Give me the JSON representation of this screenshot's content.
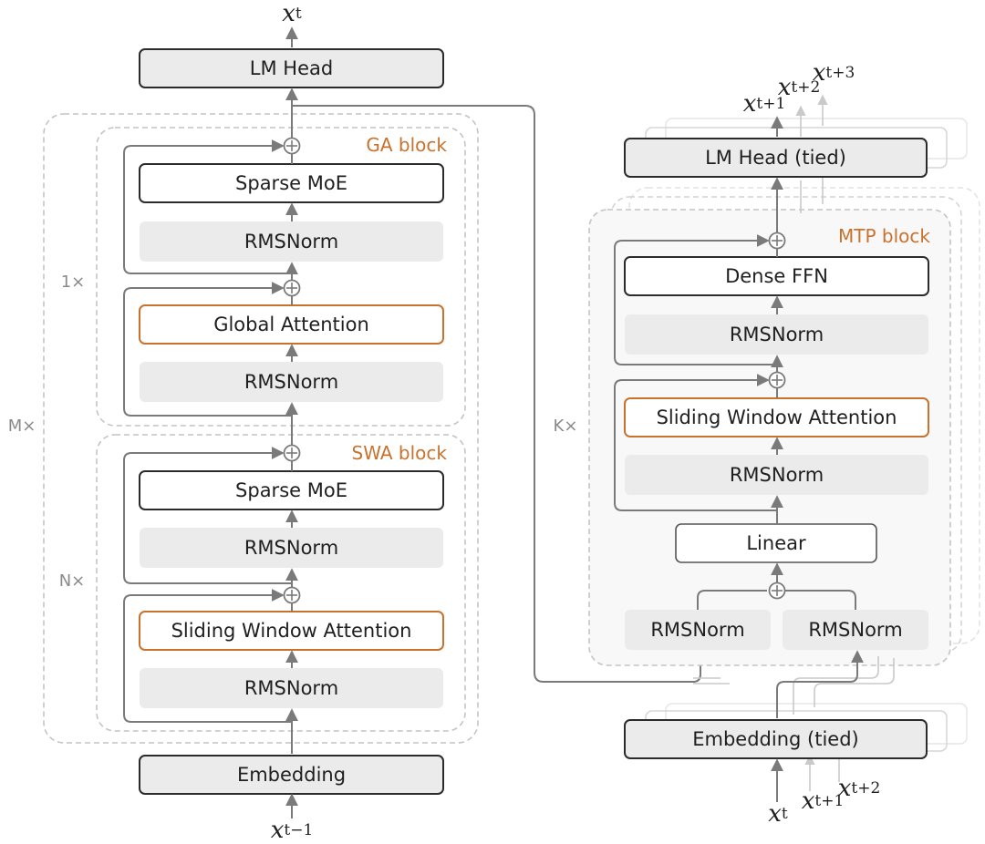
{
  "left": {
    "output_var": "x",
    "output_sub": "t",
    "input_var": "x",
    "input_sub": "t−1",
    "lm_head": "LM Head",
    "embedding": "Embedding",
    "m_mult": "M×",
    "one_mult": "1×",
    "n_mult": "N×",
    "ga_block": {
      "title": "GA block",
      "moe": "Sparse MoE",
      "norm_top": "RMSNorm",
      "attention": "Global Attention",
      "norm_bottom": "RMSNorm"
    },
    "swa_block": {
      "title": "SWA block",
      "moe": "Sparse MoE",
      "norm_top": "RMSNorm",
      "attention": "Sliding Window Attention",
      "norm_bottom": "RMSNorm"
    }
  },
  "right": {
    "k_mult": "K×",
    "lm_head": "LM Head (tied)",
    "embedding": "Embedding (tied)",
    "mtp_block": {
      "title": "MTP block",
      "ffn": "Dense FFN",
      "norm_top": "RMSNorm",
      "attention": "Sliding Window Attention",
      "norm_bottom": "RMSNorm",
      "linear": "Linear",
      "norm_left": "RMSNorm",
      "norm_right": "RMSNorm"
    },
    "outputs": [
      {
        "var": "x",
        "sub": "t+1"
      },
      {
        "var": "x",
        "sub": "t+2"
      },
      {
        "var": "x",
        "sub": "t+3"
      }
    ],
    "inputs": [
      {
        "var": "x",
        "sub": "t"
      },
      {
        "var": "x",
        "sub": "t+1"
      },
      {
        "var": "x",
        "sub": "t+2"
      }
    ]
  },
  "colors": {
    "accent_orange": "#c8722e",
    "block_fill": "#ebebeb",
    "dark_border": "#2b2b2b",
    "arrow_gray": "#7a7a7a",
    "dash_gray": "#c4c4c4"
  }
}
